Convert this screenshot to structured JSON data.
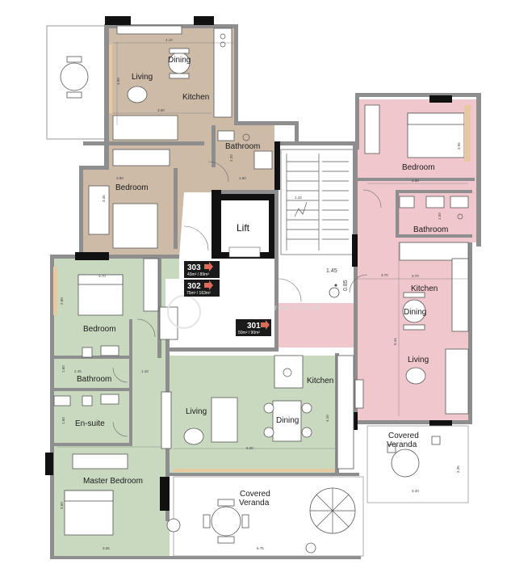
{
  "rooms": {
    "unit303_living": "Living",
    "unit303_dining": "Dining",
    "unit303_kitchen": "Kitchen",
    "unit303_bathroom": "Bathroom",
    "unit303_bedroom": "Bedroom",
    "unit301_bedroom": "Bedroom",
    "unit301_bathroom": "Bathroom",
    "unit301_kitchen": "Kitchen",
    "unit301_dining": "Dining",
    "unit301_living": "Living",
    "unit301_veranda": "Covered\nVeranda",
    "unit302_bedroom": "Bedroom",
    "unit302_bathroom": "Bathroom",
    "unit302_ensuite": "En-suite",
    "unit302_master": "Master Bedroom",
    "unit302_living": "Living",
    "unit302_dining": "Dining",
    "unit302_kitchen": "Kitchen",
    "unit302_veranda": "Covered\nVeranda",
    "lift": "Lift"
  },
  "units": [
    {
      "number": "303",
      "area": "43m² / 89m²"
    },
    {
      "number": "302",
      "area": "75m² / 163m²"
    },
    {
      "number": "301",
      "area": "50m² / 90m²"
    }
  ],
  "dimensions": {
    "d410": "4.10",
    "d400": "4.00",
    "d360a": "3.60",
    "d220": "2.20",
    "d150a": "1.50",
    "d390": "3.90",
    "d345": "3.45",
    "d110": "1.10",
    "d145": "1.45",
    "d085": "0.85",
    "d360b": "3.60",
    "d395": "3.95",
    "d150b": "1.50",
    "d370": "3.70",
    "d544": "5.44",
    "d340": "3.40",
    "d235": "2.35",
    "d370b": "3.70",
    "d280": "2.80",
    "d245": "2.45",
    "d110b": "1.10",
    "d160a": "1.60",
    "d160b": "1.60",
    "d410b": "4.10",
    "d500": "5.00",
    "d360c": "3.60",
    "d305": "3.05",
    "d675": "6.75"
  },
  "watermark": "real estate",
  "colors": {
    "unit303": "#cdbba8",
    "unit302": "#c9d9bf",
    "unit301": "#efc7cd",
    "walls": "#8e8e8e",
    "unit_badge": "#1a1a1a",
    "arrow": "#e06a5a"
  }
}
